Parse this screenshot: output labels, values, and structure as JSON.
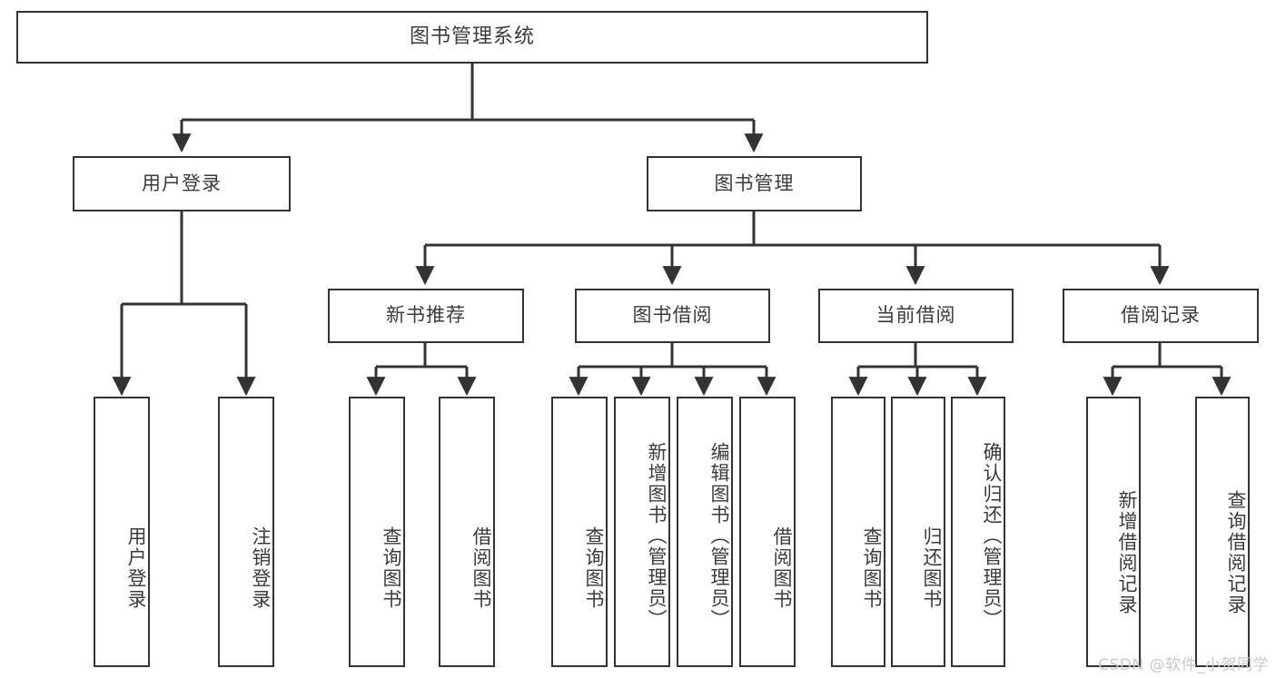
{
  "diagram": {
    "title": "图书管理系统",
    "type": "tree-hierarchy",
    "watermark": "CSDN @软件_小贺同学",
    "colors": {
      "stroke": "#333333",
      "fill": "#ffffff",
      "text": "#3b3b3b",
      "watermark": "#c9c9c9"
    },
    "root": {
      "label": "图书管理系统"
    },
    "level2": [
      {
        "label": "用户登录"
      },
      {
        "label": "图书管理"
      }
    ],
    "level3": [
      {
        "label": "新书推荐"
      },
      {
        "label": "图书借阅"
      },
      {
        "label": "当前借阅"
      },
      {
        "label": "借阅记录"
      }
    ],
    "leaves": {
      "user_login": [
        {
          "label": "用户登录"
        },
        {
          "label": "注销登录"
        }
      ],
      "new_book": [
        {
          "label": "查询图书"
        },
        {
          "label": "借阅图书"
        }
      ],
      "book_borrow": [
        {
          "label": "查询图书"
        },
        {
          "label": "新增图书（管理员）"
        },
        {
          "label": "编辑图书（管理员）"
        },
        {
          "label": "借阅图书"
        }
      ],
      "current_borrow": [
        {
          "label": "查询图书"
        },
        {
          "label": "归还图书"
        },
        {
          "label": "确认归还（管理员）"
        }
      ],
      "borrow_record": [
        {
          "label": "新增借阅记录"
        },
        {
          "label": "查询借阅记录"
        }
      ]
    }
  }
}
